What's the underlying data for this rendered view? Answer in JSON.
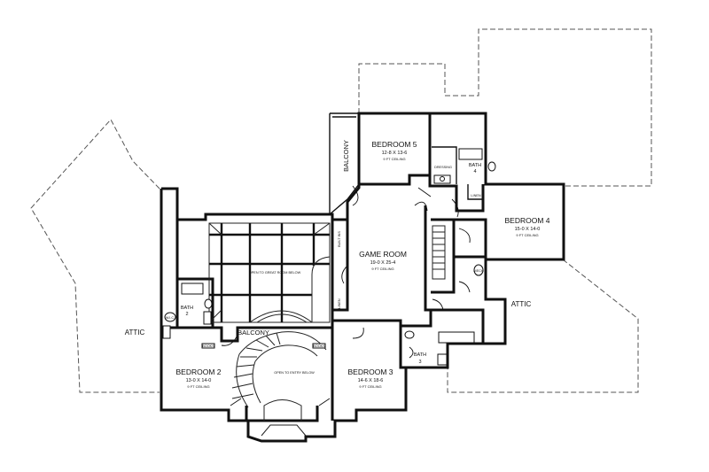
{
  "rooms": {
    "bedroom5": {
      "name": "BEDROOM 5",
      "dims": "12-8 X 13-6",
      "ceiling": "9 FT CEILING"
    },
    "bedroom4": {
      "name": "BEDROOM 4",
      "dims": "15-0 X 14-0",
      "ceiling": "9 FT CEILING"
    },
    "game_room": {
      "name": "GAME ROOM",
      "dims": "19-0 X 25-4",
      "ceiling": "9 FT CEILING"
    },
    "bedroom2": {
      "name": "BEDROOM 2",
      "dims": "13-0 X 14-0",
      "ceiling": "9 FT CEILING"
    },
    "bedroom3": {
      "name": "BEDROOM 3",
      "dims": "14-6 X 18-6",
      "ceiling": "9 FT CEILING"
    }
  },
  "labels": {
    "balcony_vertical": "BALCONY",
    "balcony_lower": "BALCONY",
    "bath4": "BATH",
    "bath4_num": "4",
    "bath3": "BATH",
    "bath3_num": "3",
    "bath_left": "BATH",
    "bath_left_num": "2",
    "dressing": "DRESSING",
    "linen": "LINEN",
    "built_ins": "BUILT INS",
    "attic_left": "ATTIC",
    "attic_right": "ATTIC",
    "open_great_room": "OPEN TO GREAT ROOM BELOW",
    "open_entry": "OPEN TO ENTRY BELOW",
    "books_left": "BOOKS",
    "books_right": "BOOKS",
    "linen_left": "LINEN",
    "linen_right": "LINEN",
    "mech": "MECH",
    "wic": "W.I.C."
  }
}
